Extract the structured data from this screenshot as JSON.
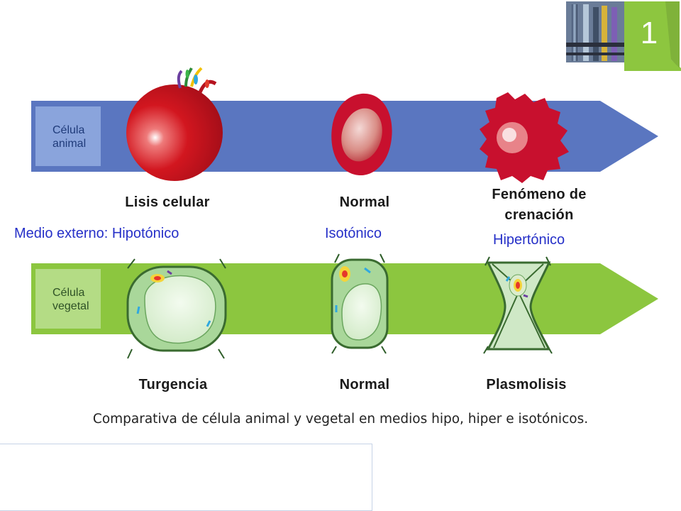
{
  "animal_row": {
    "tag": [
      "Célula",
      "animal"
    ],
    "cells": [
      {
        "state": "Lisis celular"
      },
      {
        "state": "Normal"
      },
      {
        "state": "Fenómeno de crenación",
        "lines": [
          "Fenómeno de",
          "crenación"
        ]
      }
    ]
  },
  "media": {
    "hypotonic": "Medio externo: Hipotónico",
    "isotonic": "Isotónico",
    "hypertonic": "Hipertónico"
  },
  "plant_row": {
    "tag": [
      "Célula",
      "vegetal"
    ],
    "cells": [
      {
        "state": "Turgencia"
      },
      {
        "state": "Normal"
      },
      {
        "state": "Plasmolisis"
      }
    ]
  },
  "caption": "Comparativa de célula animal y vegetal en medios hipo, hiper e isotónicos.",
  "slide_number": "1",
  "colors": {
    "animal_arrow": "#5a76c0",
    "plant_arrow": "#8cc63f",
    "blood_cell": "#c8102e",
    "plant_cell": "#b9e0a8",
    "badge": "#8dc63f",
    "media_text": "#2630c8"
  },
  "icons": {
    "photo": "test-tubes-photo",
    "lysis_burst": "cytoplasm-spill-icon"
  }
}
